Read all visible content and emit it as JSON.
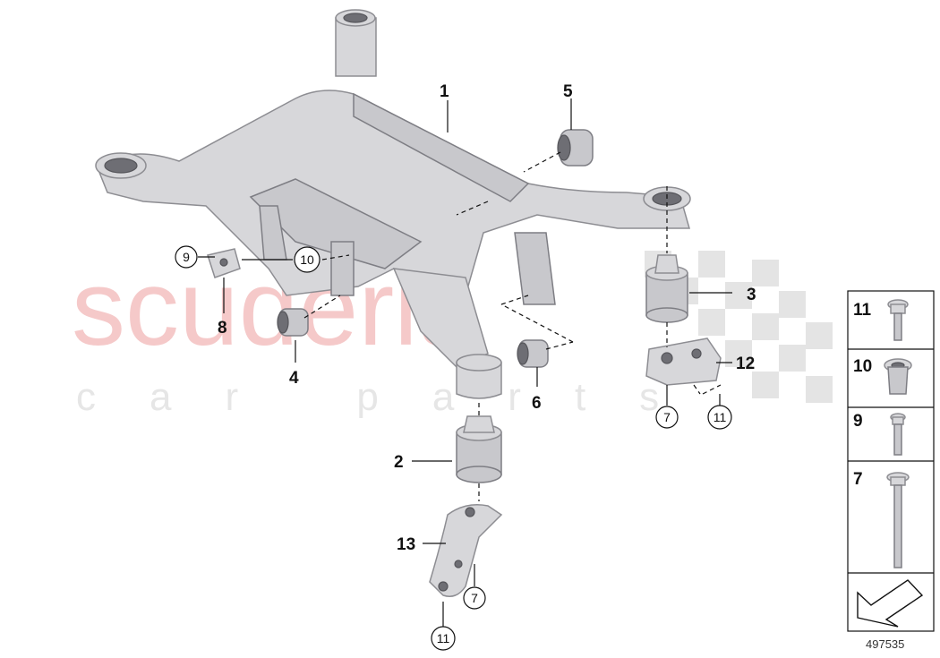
{
  "watermark": {
    "main": "scuderia",
    "sub": "car parts"
  },
  "callouts": {
    "c1": "1",
    "c2": "2",
    "c3": "3",
    "c4": "4",
    "c5": "5",
    "c6": "6",
    "c8": "8",
    "c12": "12",
    "c13": "13",
    "r9": "9",
    "r10": "10",
    "r7a": "7",
    "r11a": "11",
    "r7b": "7",
    "r11b": "11"
  },
  "legend_panel": {
    "items": [
      "11",
      "10",
      "9",
      "7"
    ]
  },
  "diagram_id": "497535"
}
